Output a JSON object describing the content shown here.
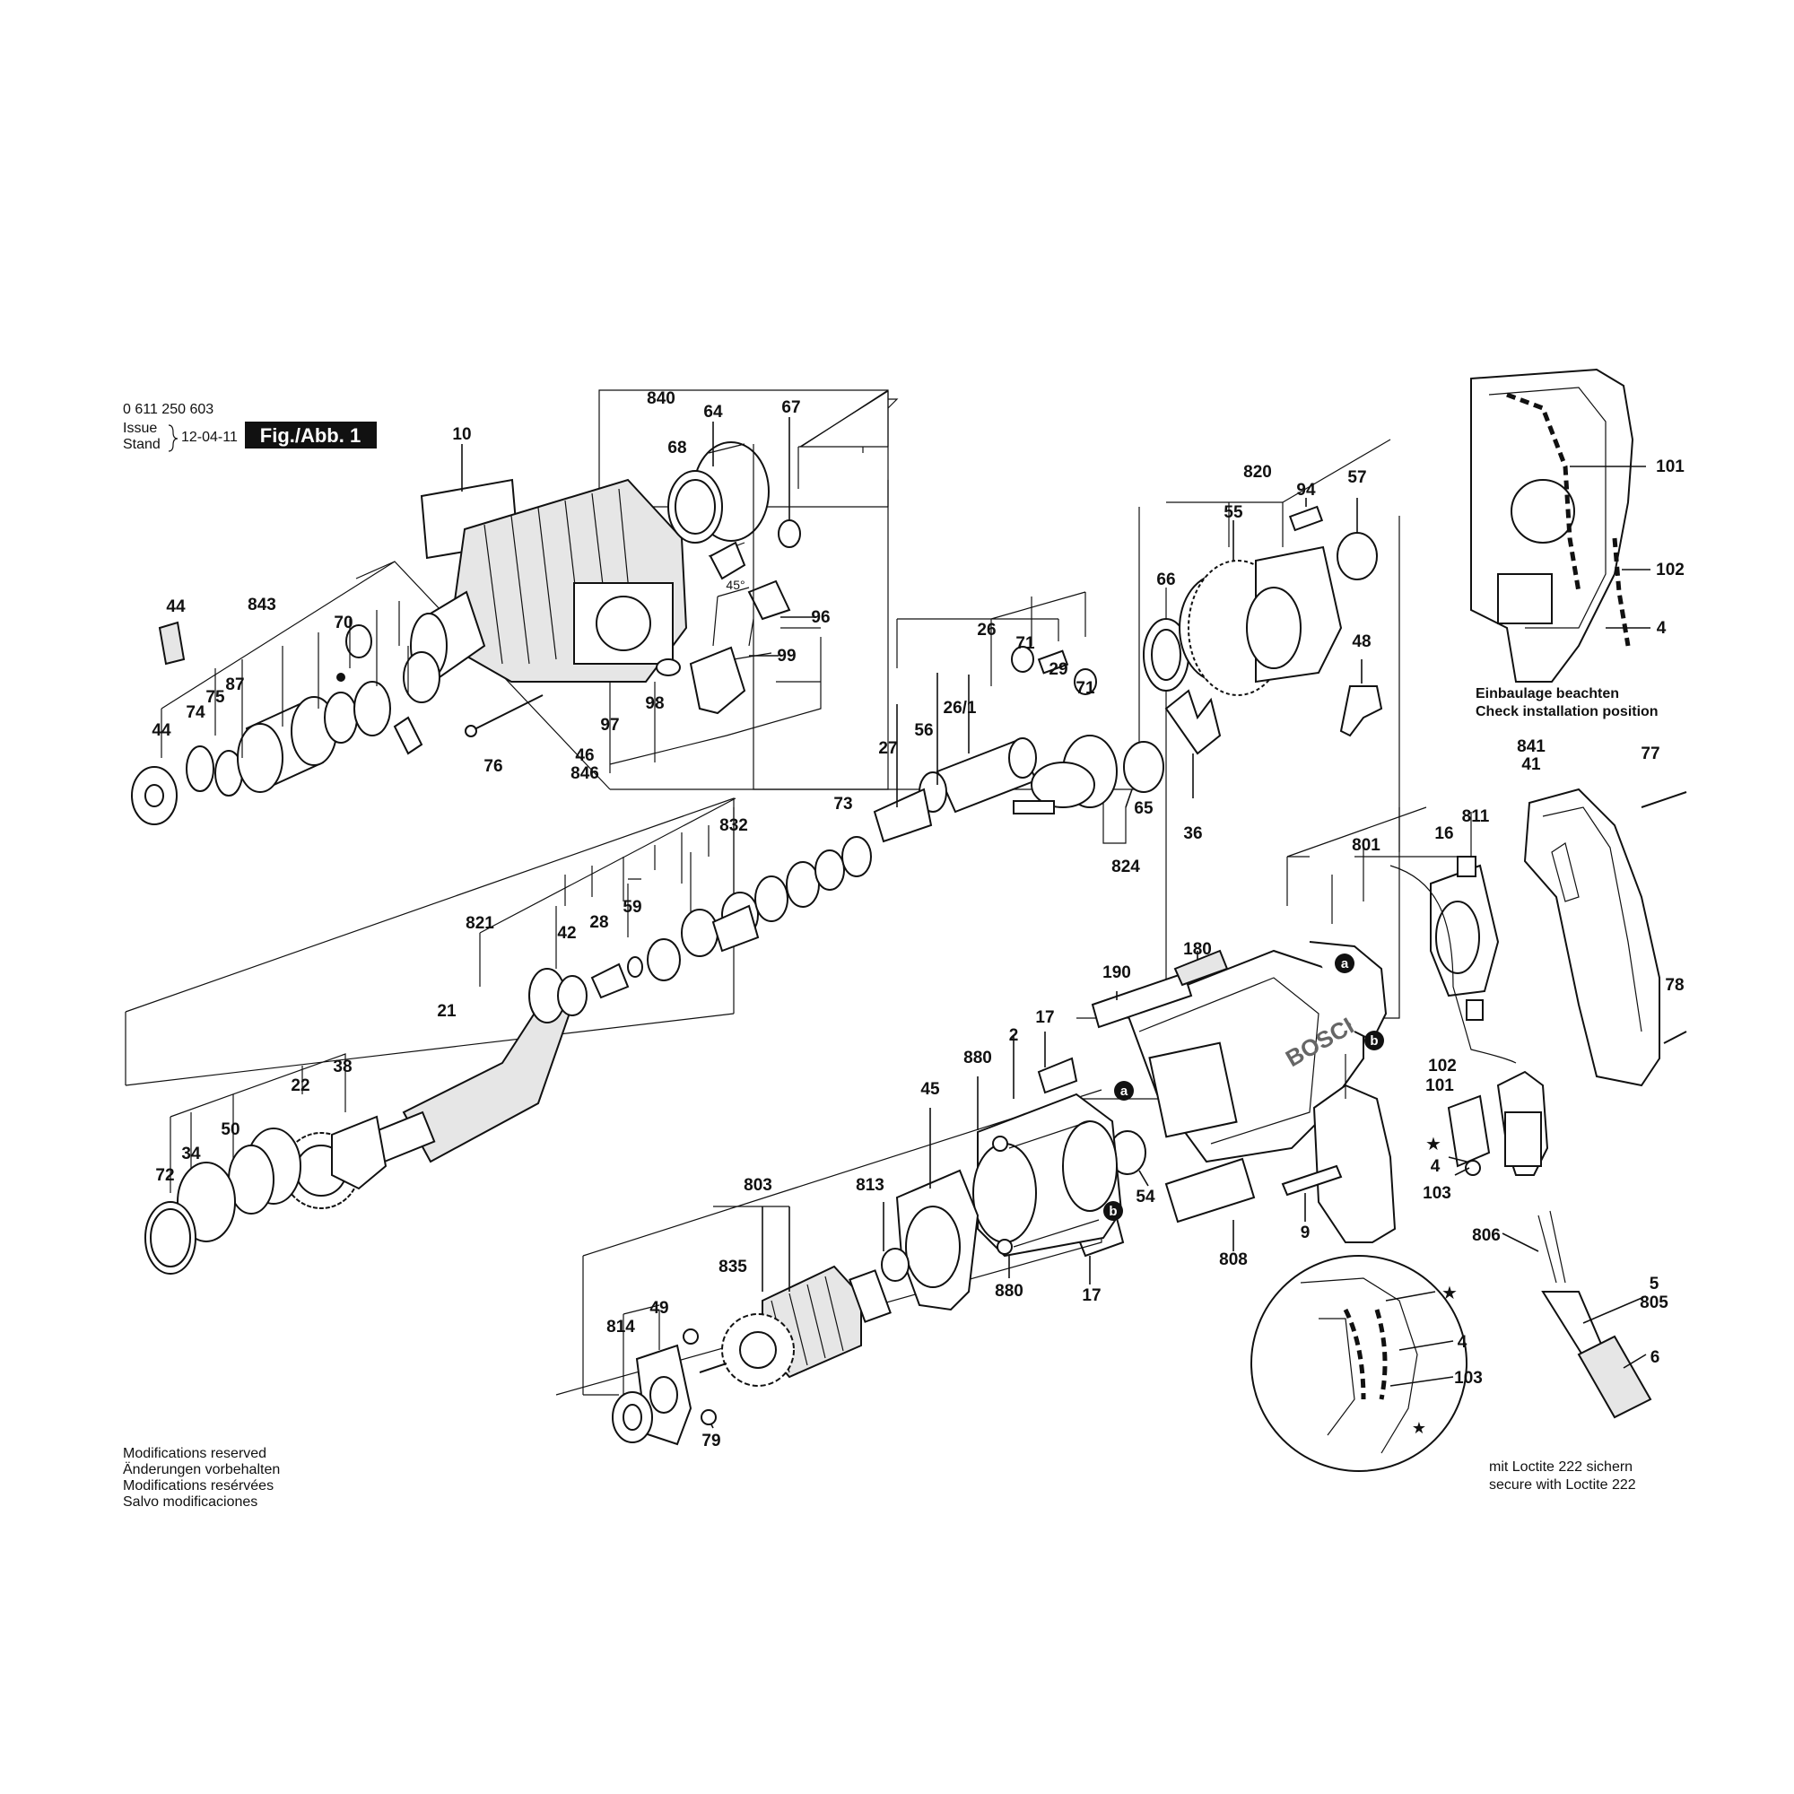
{
  "header": {
    "part_number": "0 611 250 603",
    "issue_label": "Issue",
    "stand_label": "Stand",
    "date": "12-04-11",
    "figure_label": "Fig./Abb. 1"
  },
  "labels": {
    "p840": "840",
    "p67": "67",
    "p64": "64",
    "p68": "68",
    "p10": "10",
    "p44a": "44",
    "p843": "843",
    "p70": "70",
    "p96": "96",
    "p99": "99",
    "p98": "98",
    "p97": "97",
    "p46": "46",
    "p846": "846",
    "p76": "76",
    "p74": "74",
    "p75": "75",
    "p87": "87",
    "p44b": "44",
    "angle": "45°",
    "p820": "820",
    "p94": "94",
    "p57": "57",
    "p55": "55",
    "p66": "66",
    "p48": "48",
    "p26": "26",
    "p71a": "71",
    "p29": "29",
    "p71b": "71",
    "p27": "27",
    "p56": "56",
    "p26_1": "26/1",
    "p65": "65",
    "p36": "36",
    "p824": "824",
    "p832": "832",
    "p73": "73",
    "p821": "821",
    "p42": "42",
    "p28": "28",
    "p59": "59",
    "p21": "21",
    "p22": "22",
    "p38": "38",
    "p72": "72",
    "p34": "34",
    "p50": "50",
    "p101a": "101",
    "p102a": "102",
    "p4a": "4",
    "p841": "841",
    "p41": "41",
    "p77": "77",
    "p78": "78",
    "p801": "801",
    "p16": "16",
    "p811": "811",
    "p190": "190",
    "p180": "180",
    "p17a": "17",
    "p2": "2",
    "p880a": "880",
    "p45": "45",
    "p102b": "102",
    "p101b": "101",
    "p4b": "4",
    "p103a": "103",
    "p54": "54",
    "p808": "808",
    "p9": "9",
    "p803": "803",
    "p813": "813",
    "p835": "835",
    "p880b": "880",
    "p17b": "17",
    "p814": "814",
    "p49": "49",
    "p79": "79",
    "p806": "806",
    "p5": "5",
    "p805": "805",
    "p6": "6",
    "p4c": "4",
    "p103b": "103"
  },
  "markers": {
    "a": "a",
    "b": "b"
  },
  "brand_text": "BOSCH",
  "notes": {
    "install_de": "Einbaulage beachten",
    "install_en": "Check installation position",
    "loctite_de": "mit Loctite 222 sichern",
    "loctite_en": "secure with Loctite 222",
    "mods": [
      "Modifications reserved",
      "Änderungen vorbehalten",
      "Modifications resérvées",
      "Salvo modificaciones"
    ]
  }
}
